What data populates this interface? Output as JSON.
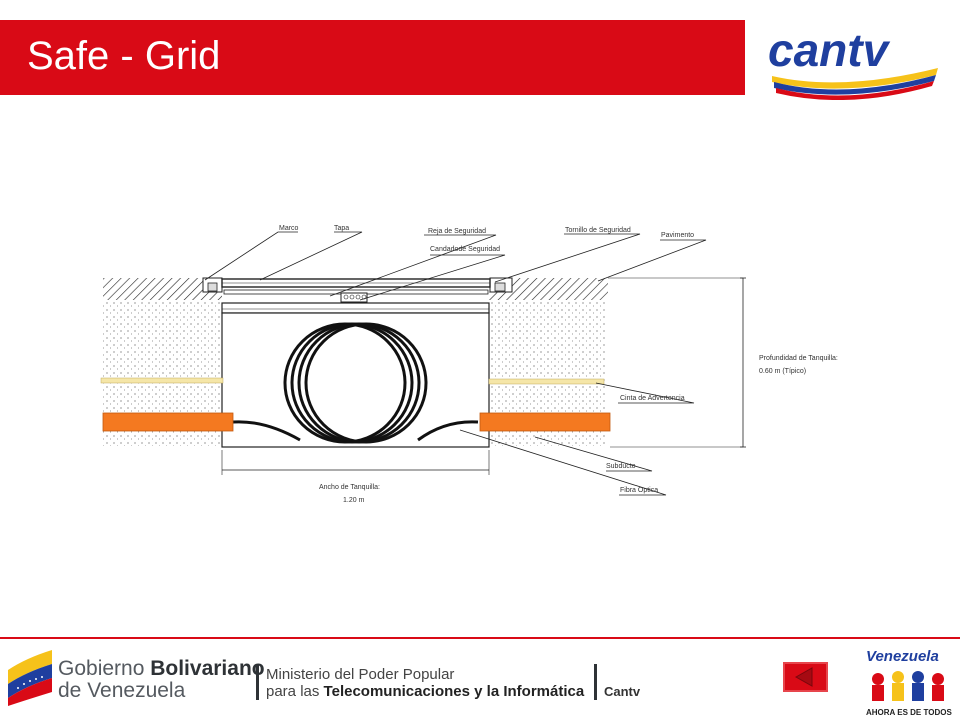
{
  "header": {
    "title": "Safe - Grid",
    "logo_text": "cantv"
  },
  "diagram": {
    "labels": {
      "marco": "Marco",
      "tapa": "Tapa",
      "reja": "Reja de Seguridad",
      "candado": "Candadode Seguridad",
      "tornillo": "Tornillo de Seguridad",
      "pavimento": "Pavimento",
      "profundidad_1": "Profundidad de Tanquilla:",
      "profundidad_2": "0.60 m (Típico)",
      "cinta": "Cinta de Advertencia",
      "subducto": "Subducto",
      "fibra": "Fibra Optica",
      "ancho_1": "Ancho de Tanquilla:",
      "ancho_2": "1.20 m"
    }
  },
  "footer": {
    "gobierno_line1_a": "Gobierno ",
    "gobierno_line1_b": "Bolivariano",
    "gobierno_line2": "de Venezuela",
    "ministerio_line1": "Ministerio del Poder Popular",
    "ministerio_line2_a": "para las ",
    "ministerio_line2_b": "Telecomunicaciones y la Informática",
    "cantv": "Cantv",
    "venezuela": "Venezuela",
    "ahora": "AHORA ES DE TODOS"
  },
  "colors": {
    "brand_red": "#d90a16",
    "duct_orange": "#f47920",
    "warning_tape": "#f5e6a8"
  }
}
